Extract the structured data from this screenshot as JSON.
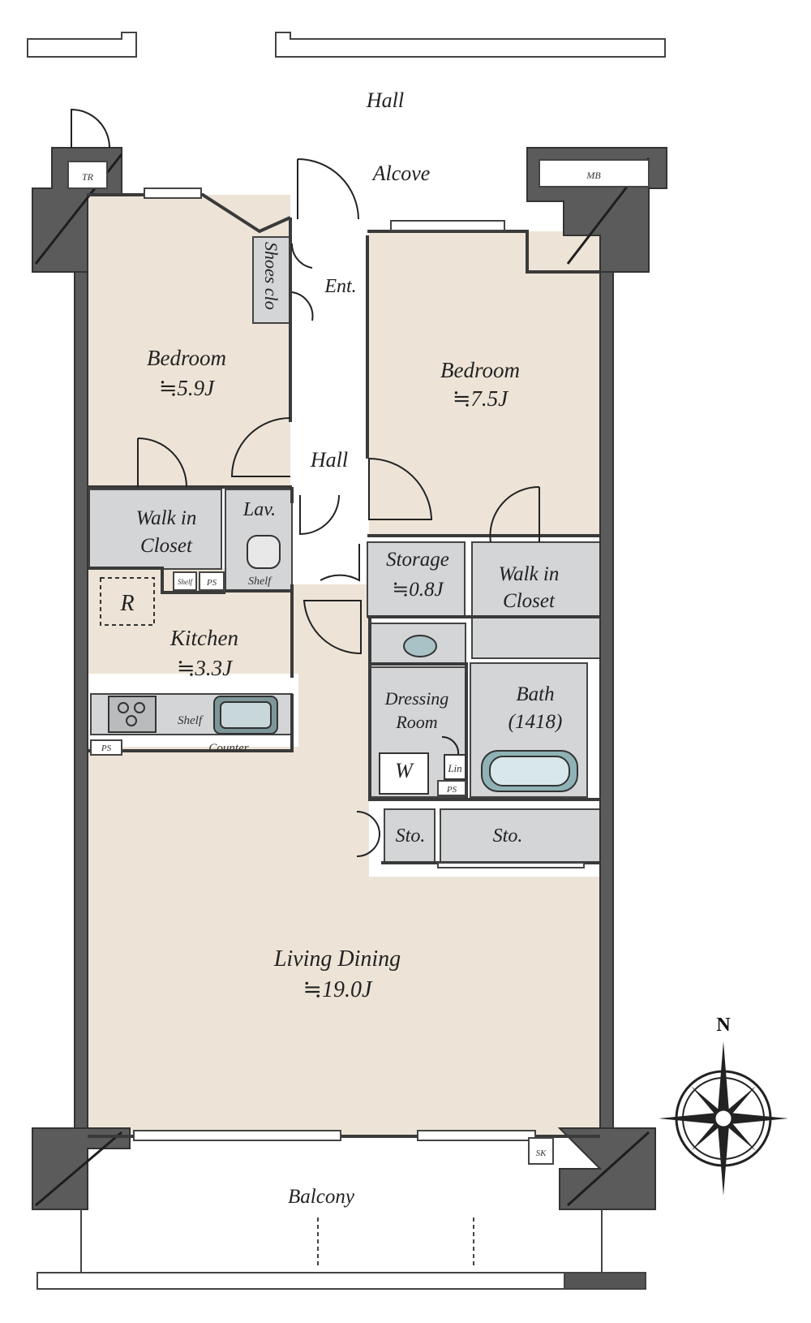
{
  "plan": {
    "hall_top": "Hall",
    "alcove": "Alcove",
    "tr": "TR",
    "mb": "MB",
    "entrance": "Ent.",
    "shoes_closet": "Shoes clo",
    "hall_inner": "Hall",
    "bedroom_left": {
      "name": "Bedroom",
      "size": "≒5.9J"
    },
    "bedroom_right": {
      "name": "Bedroom",
      "size": "≒7.5J"
    },
    "walk_in_closet_left": {
      "line1": "Walk in",
      "line2": "Closet"
    },
    "walk_in_closet_right": {
      "line1": "Walk in",
      "line2": "Closet"
    },
    "lavatory": "Lav.",
    "shelf": "Shelf",
    "ps": "PS",
    "refrigerator": "R",
    "kitchen": {
      "name": "Kitchen",
      "size": "≒3.3J"
    },
    "counter": "Counter",
    "storage": {
      "name": "Storage",
      "size": "≒0.8J"
    },
    "dressing_room": {
      "line1": "Dressing",
      "line2": "Room"
    },
    "bath": {
      "line1": "Bath",
      "line2": "(1418)"
    },
    "washer": "W",
    "linen": "Lin",
    "sto_small": "Sto.",
    "sto_large": "Sto.",
    "living_dining": {
      "name": "Living Dining",
      "size": "≒19.0J"
    },
    "balcony": "Balcony",
    "sk": "SK",
    "north": "N"
  }
}
